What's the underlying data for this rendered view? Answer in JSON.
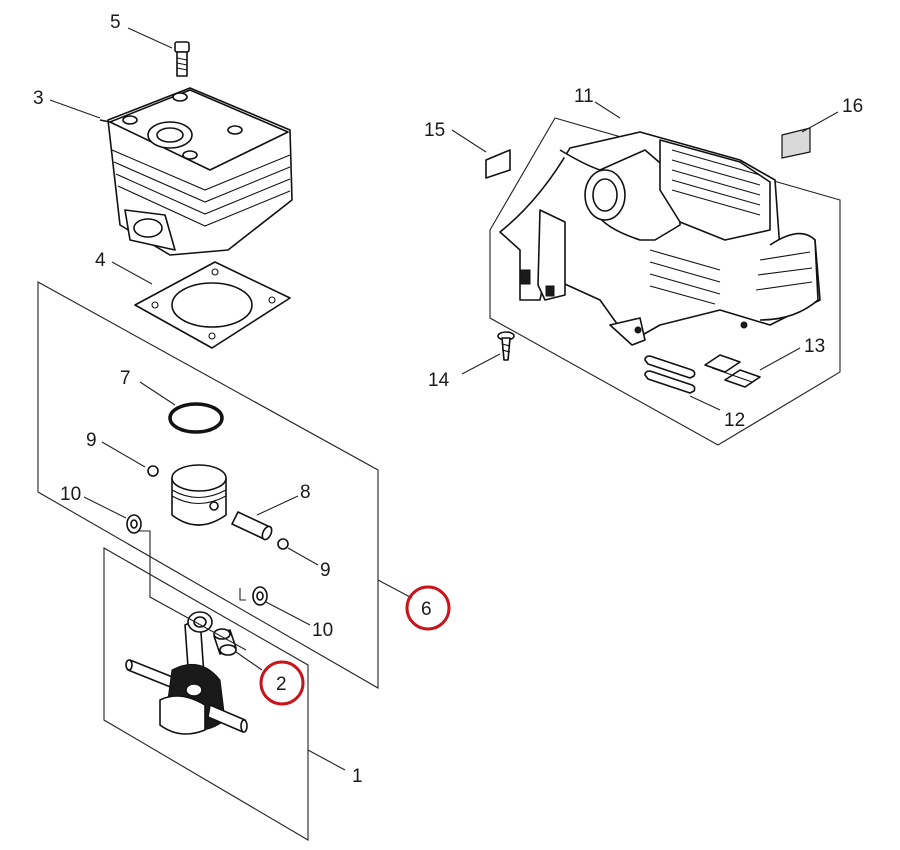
{
  "labels": {
    "l1": "1",
    "l2": "2",
    "l3": "3",
    "l4": "4",
    "l5": "5",
    "l6": "6",
    "l7": "7",
    "l8": "8",
    "l9a": "9",
    "l9b": "9",
    "l10a": "10",
    "l10b": "10",
    "l11": "11",
    "l12": "12",
    "l13": "13",
    "l14": "14",
    "l15": "15",
    "l16": "16"
  },
  "highlight_color": "#c8141a",
  "highlighted": [
    "2",
    "6"
  ]
}
